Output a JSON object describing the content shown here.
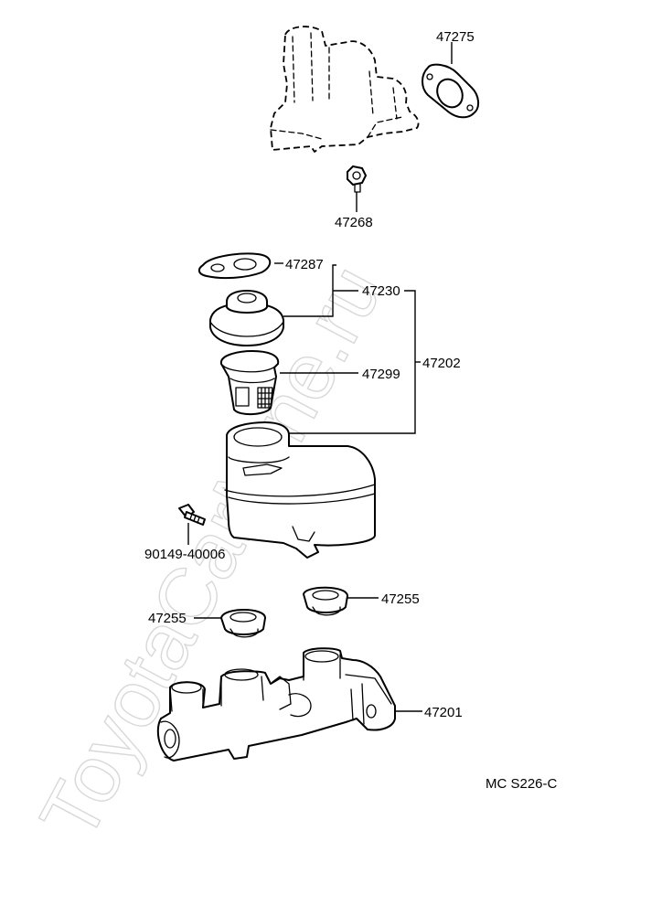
{
  "watermark": "ToyotaCarMine.ru",
  "diagram_code": "MC S226-C",
  "callouts": {
    "p47275": "47275",
    "p47268": "47268",
    "p47287": "47287",
    "p47230": "47230",
    "p47299": "47299",
    "p47202": "47202",
    "p90149": "90149-40006",
    "p47255_right": "47255",
    "p47255_left": "47255",
    "p47201": "47201"
  },
  "colors": {
    "line": "#000000",
    "watermark": "#d8d8d8",
    "background": "#ffffff"
  }
}
